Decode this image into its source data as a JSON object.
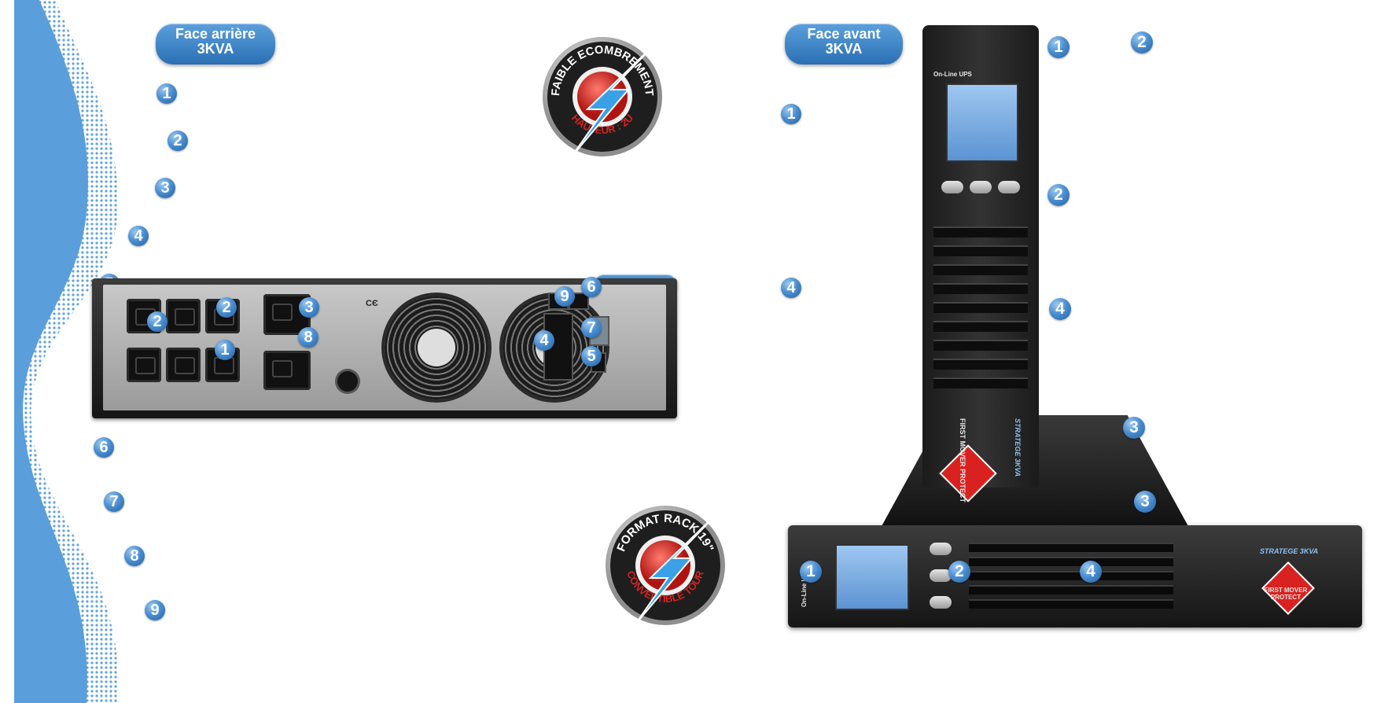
{
  "labels": {
    "rear_title_line1": "Face arrière",
    "rear_title_line2": "3KVA",
    "front_title_line1": "Face avant",
    "front_title_line2": "3KVA",
    "model_tag": "3Kva"
  },
  "badges": {
    "top": {
      "arc_top": "FAIBLE ECOMBREMENT",
      "arc_bottom": "HAUTEUR : 2U"
    },
    "bottom": {
      "arc_top": "FORMAT RACK 19\"",
      "arc_bottom": "CONVERTIBLE TOUR"
    }
  },
  "left_callouts": [
    "1",
    "2",
    "3",
    "4",
    "5",
    "6",
    "7",
    "8",
    "9"
  ],
  "front_callouts": [
    "1",
    "4"
  ],
  "rear_panel_callouts": [
    "2",
    "2",
    "1",
    "3",
    "8",
    "9",
    "6",
    "4",
    "7",
    "5"
  ],
  "tower_callouts": [
    "1",
    "2",
    "2",
    "4",
    "3",
    "3"
  ],
  "rack_callouts": [
    "1",
    "2",
    "4"
  ],
  "device": {
    "brand_text": "STRATEGE 3KVA",
    "logo_text": "FIRST MOVER PROTECT",
    "lcd_title": "On-Line UPS"
  },
  "colors": {
    "accent_blue": "#3f86cc",
    "badge_red": "#d9221f",
    "device_dark": "#1e1e1e"
  },
  "icons": [
    "lightning-bolt-icon",
    "ce-mark-icon"
  ]
}
